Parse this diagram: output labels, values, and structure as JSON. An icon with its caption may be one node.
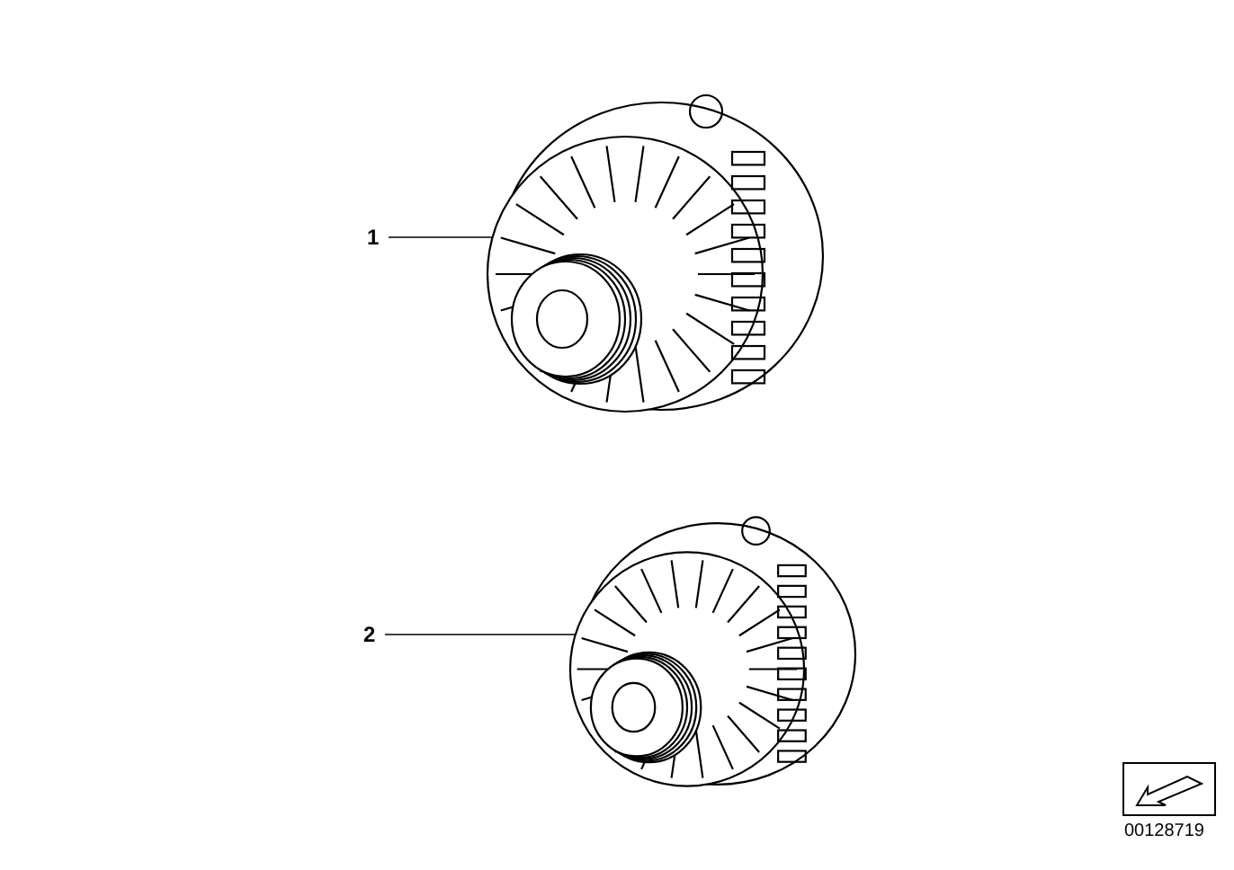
{
  "diagram": {
    "nodes": [
      {
        "text": [
          "1"
        ]
      },
      {
        "text": [],
        "shape": "picture"
      },
      {
        "text": [
          "2"
        ]
      },
      {
        "text": [],
        "shape": "picture"
      }
    ],
    "edges": [
      {
        "from": 0,
        "to": 1,
        "arrow": "none"
      },
      {
        "from": 2,
        "to": 3,
        "arrow": "none"
      }
    ],
    "labels": [
      "00128719"
    ]
  }
}
